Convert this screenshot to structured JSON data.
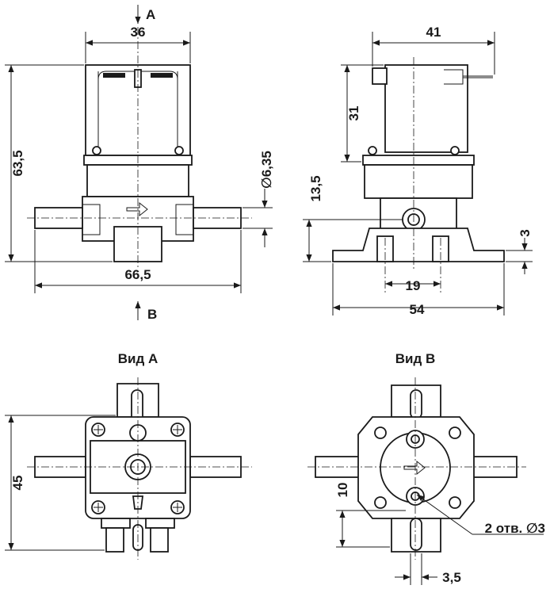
{
  "top_views": {
    "front": {
      "arrow_a_label": "A",
      "arrow_b_label": "B",
      "dim_width": "36",
      "dim_height": "63,5",
      "dim_diameter": "∅6,35",
      "dim_length": "66,5"
    },
    "side": {
      "dim_width": "41",
      "dim_coil": "31",
      "dim_axis": "13,5",
      "dim_foot": "3",
      "dim_holes": "19",
      "dim_base": "54"
    }
  },
  "bottom_views": {
    "view_a": {
      "title": "Вид A",
      "dim_height": "45"
    },
    "view_b": {
      "title": "Вид B",
      "dim_offset": "10",
      "dim_slot": "3,5",
      "callout": "2 отв. ∅3"
    }
  }
}
